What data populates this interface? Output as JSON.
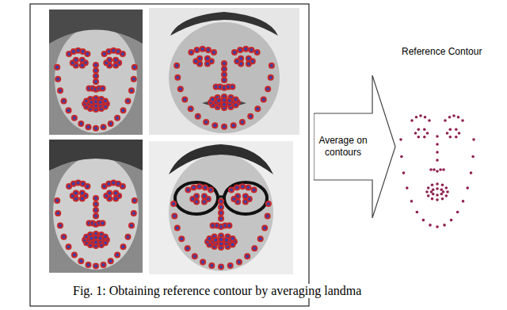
{
  "diagram": {
    "caption": "Fig. 1: Obtaining reference contour by averaging landma",
    "nodes": [
      {
        "text": [
          "Average on contours"
        ]
      }
    ],
    "labels": [
      "Reference Contour"
    ]
  }
}
